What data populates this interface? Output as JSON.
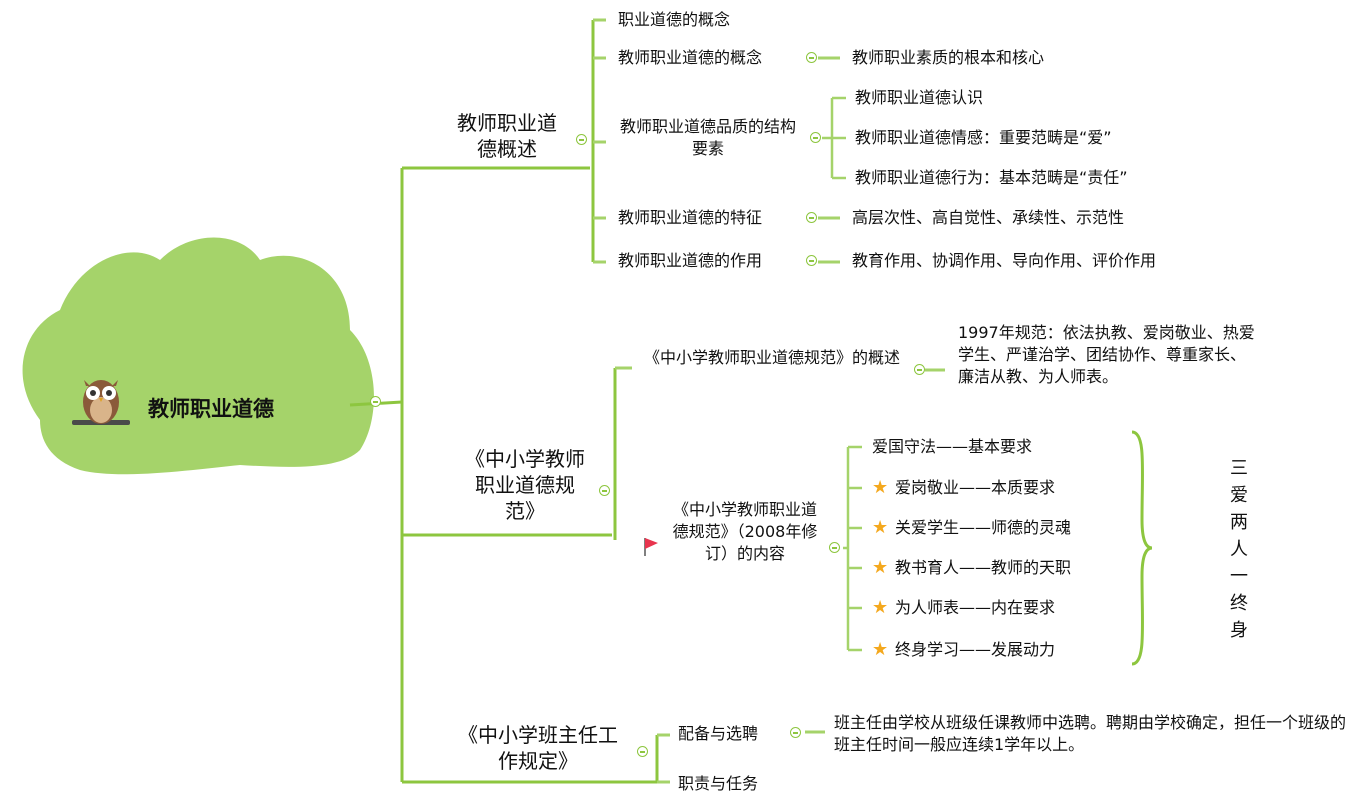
{
  "root": {
    "title": "教师职业道德"
  },
  "branches": {
    "b1": {
      "title": "教师职业道德概述",
      "concept": "职业道德的概念",
      "teacher_concept": "教师职业道德的概念",
      "teacher_concept_detail": "教师职业素质的根本和核心",
      "structure": "教师职业道德品质的结构要素",
      "structure_items": [
        "教师职业道德认识",
        "教师职业道德情感：重要范畴是“爱”",
        "教师职业道德行为：基本范畴是“责任”"
      ],
      "feature": "教师职业道德的特征",
      "feature_detail": "高层次性、高自觉性、承续性、示范性",
      "function": "教师职业道德的作用",
      "function_detail": "教育作用、协调作用、导向作用、评价作用"
    },
    "b2": {
      "title": "《中小学教师职业道德规范》",
      "overview": "《中小学教师职业道德规范》的概述",
      "overview_detail": "1997年规范：依法执教、爱岗敬业、热爱学生、严谨治学、团结协作、尊重家长、廉洁从教、为人师表。",
      "content": "《中小学教师职业道德规范》（2008年修订）的内容",
      "items": [
        {
          "text": "爱国守法——基本要求",
          "star": false
        },
        {
          "text": "爱岗敬业——本质要求",
          "star": true
        },
        {
          "text": "关爱学生——师德的灵魂",
          "star": true
        },
        {
          "text": "教书育人——教师的天职",
          "star": true
        },
        {
          "text": "为人师表——内在要求",
          "star": true
        },
        {
          "text": "终身学习——发展动力",
          "star": true
        }
      ],
      "summary": "三爱两人一终身"
    },
    "b3": {
      "title": "《中小学班主任工作规定》",
      "staffing": "配备与选聘",
      "staffing_detail": "班主任由学校从班级任课教师中选聘。聘期由学校确定，担任一个班级的班主任时间一般应连续1学年以上。",
      "duties": "职责与任务"
    }
  },
  "colors": {
    "branch": "#8dc63f",
    "leaf": "#a5d36a",
    "star": "#f4a81d",
    "flag": "#e8344e"
  }
}
